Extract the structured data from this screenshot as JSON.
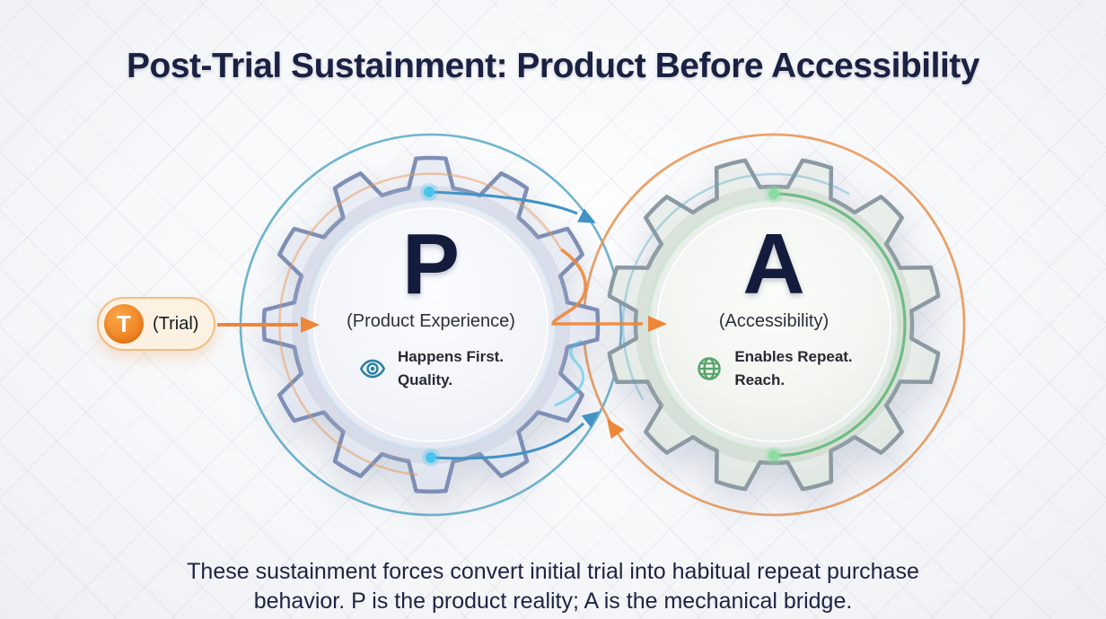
{
  "title": "Post-Trial Sustainment: Product Before Accessibility",
  "trial_badge": {
    "letter": "T",
    "label": "(Trial)"
  },
  "gears": {
    "product": {
      "letter": "P",
      "name": "(Product Experience)",
      "bullet_icon": "eye-icon",
      "bullet_line_1": "Happens First.",
      "bullet_line_2": "Quality."
    },
    "accessibility": {
      "letter": "A",
      "name": "(Accessibility)",
      "bullet_icon": "globe-icon",
      "bullet_line_1": "Enables Repeat.",
      "bullet_line_2": "Reach."
    }
  },
  "caption": {
    "line_1": "These sustainment forces convert initial trial into habitual repeat purchase",
    "line_2": "behavior. P is the product reality; A is the mechanical bridge."
  },
  "colors": {
    "title-navy": "#1a2142",
    "letter-navy": "#141c3d",
    "caption-color": "#1d2443",
    "orange": "#ee8638",
    "orange-soft": "#e8995a",
    "orange-border": "#f3bb80",
    "pill-bg": "#fdf2e2",
    "teal": "#56a8c6",
    "blue": "#4193c6",
    "cyan-dot": "#49c5ec",
    "green": "#68bb80",
    "green-dot": "#8bdca0",
    "gear-p-stroke": "#7e8fb5",
    "gear-a-stroke": "#8b99a3",
    "eye-blue": "#2d7fa6",
    "globe-green": "#56a569"
  }
}
